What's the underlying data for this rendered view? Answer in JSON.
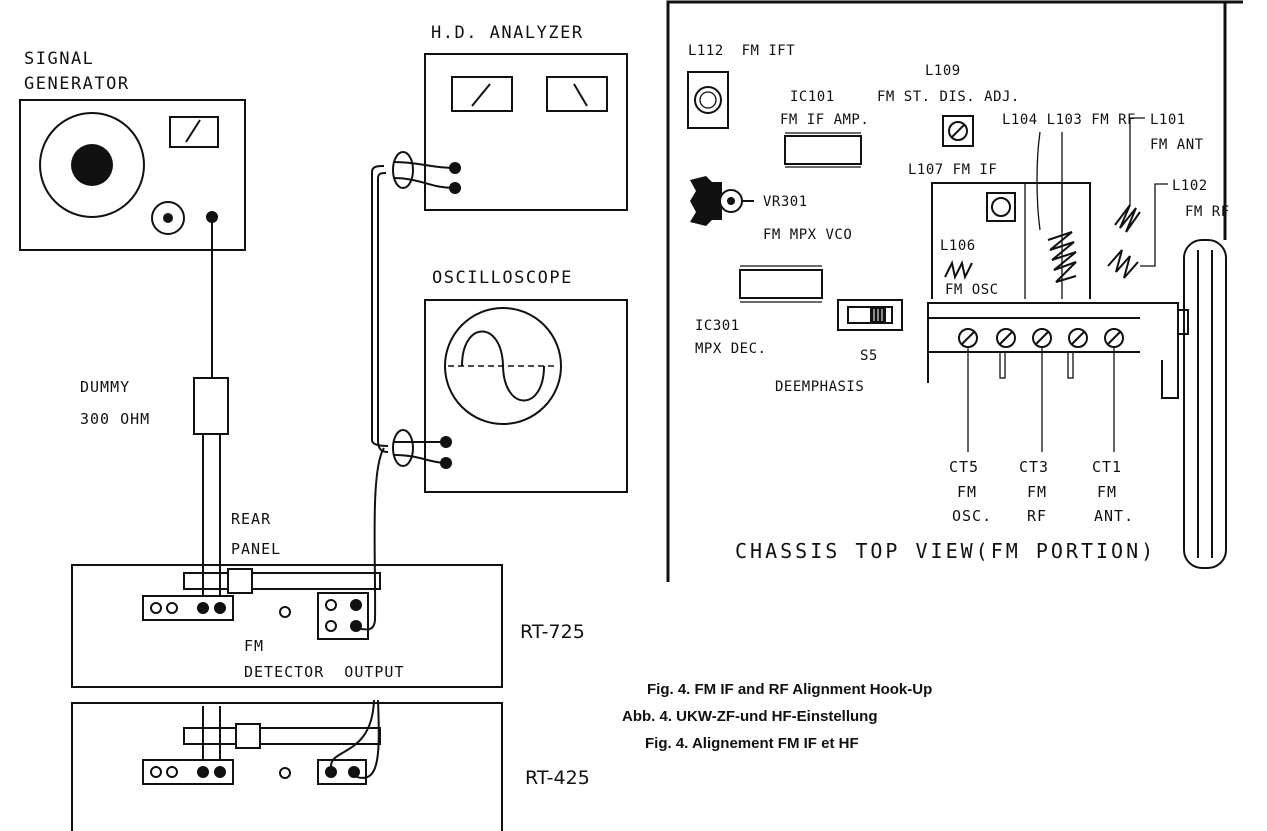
{
  "equipment": {
    "signal_generator": [
      "SIGNAL",
      "GENERATOR"
    ],
    "hd_analyzer": "H.D. ANALYZER",
    "oscilloscope": "OSCILLOSCOPE",
    "dummy": [
      "DUMMY",
      "300 OHM"
    ],
    "rear_panel": [
      "REAR",
      "PANEL"
    ],
    "fm_detector": [
      "FM",
      "DETECTOR  OUTPUT"
    ],
    "model_top": "RT-725",
    "model_bottom": "RT-425"
  },
  "chassis": {
    "title": "CHASSIS TOP VIEW(FM PORTION)",
    "l112": "L112  FM IFT",
    "l109": "L109",
    "fm_st_dis": "FM ST. DIS. ADJ.",
    "ic101": [
      "IC101",
      "FM IF AMP."
    ],
    "l104_l103": "L104 L103 FM RF",
    "l101": [
      "L101",
      "FM ANT"
    ],
    "l107": "L107 FM IF",
    "l102": [
      "L102",
      "FM RF"
    ],
    "vr301": [
      "VR301",
      "FM MPX VCO"
    ],
    "l106": [
      "L106",
      "FM OSC"
    ],
    "ic301": [
      "IC301",
      "MPX DEC."
    ],
    "s5": [
      "S5",
      "DEEMPHASIS"
    ],
    "ct5": [
      "CT5",
      "FM",
      "OSC."
    ],
    "ct3": [
      "CT3",
      "FM",
      "RF"
    ],
    "ct1": [
      "CT1",
      "FM",
      "ANT."
    ]
  },
  "captions": [
    "Fig. 4. FM IF and RF Alignment Hook-Up",
    "Abb. 4. UKW-ZF-und HF-Einstellung",
    "Fig. 4. Alignement FM IF et HF"
  ]
}
